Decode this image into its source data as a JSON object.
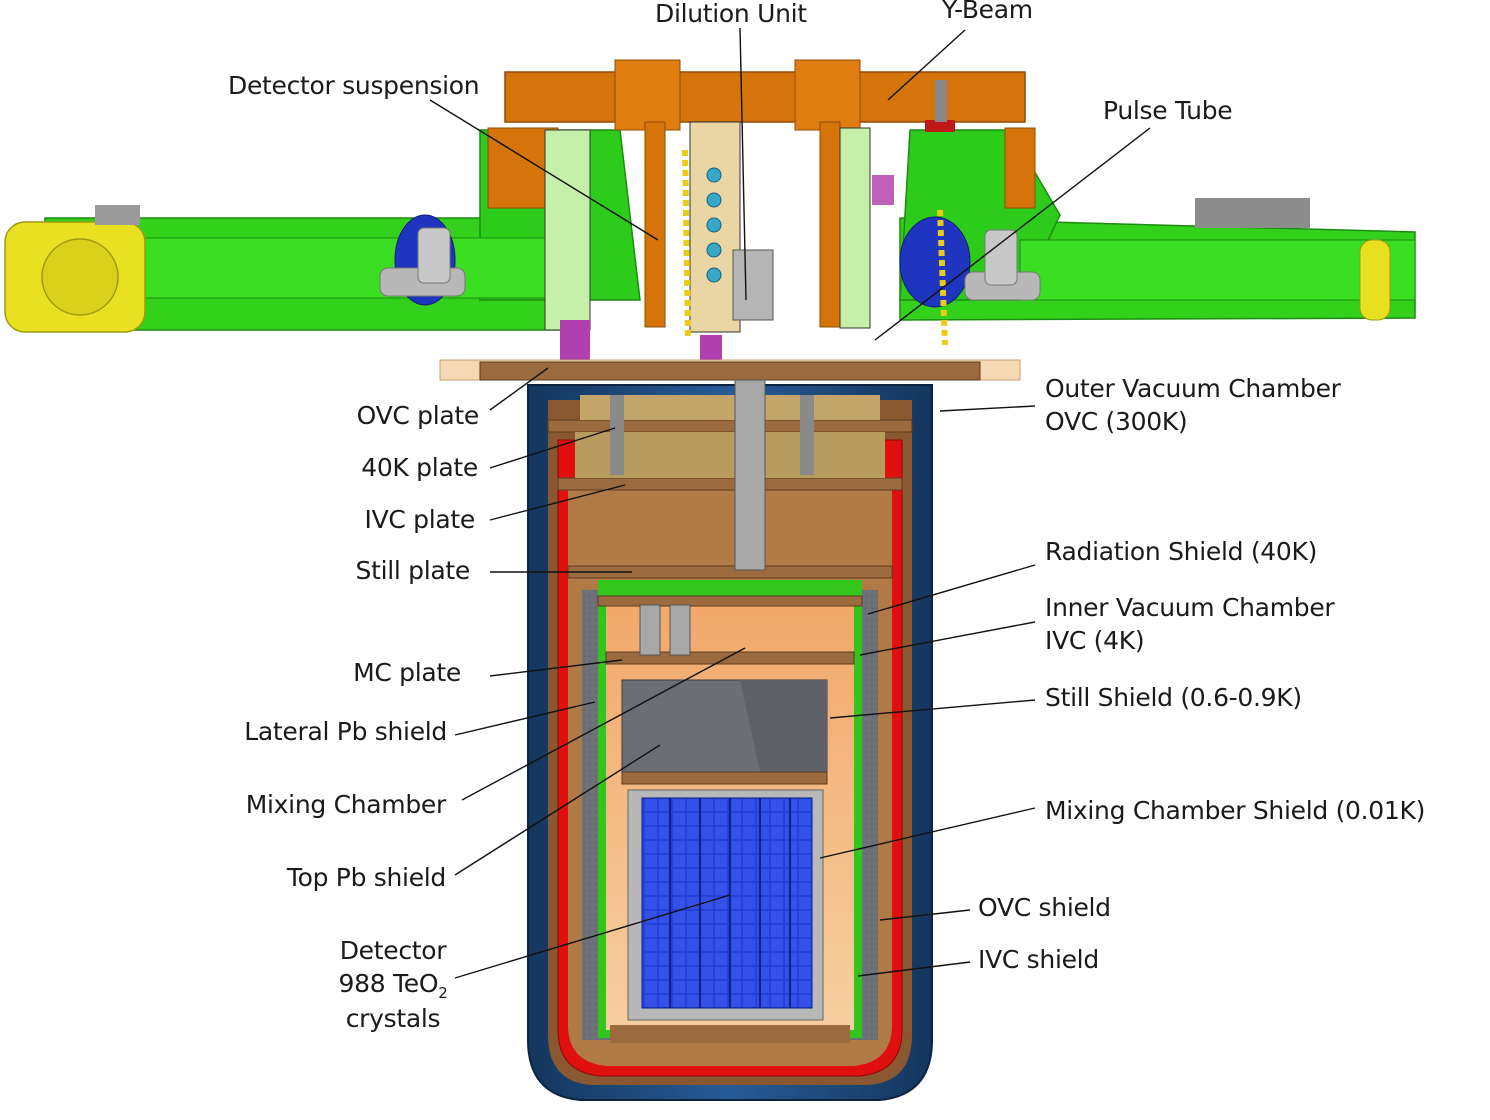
{
  "labels": {
    "dilution_unit": "Dilution Unit",
    "y_beam": "Y-Beam",
    "detector_suspension": "Detector suspension",
    "pulse_tube": "Pulse Tube",
    "ovc_plate": "OVC plate",
    "k40_plate": "40K plate",
    "ivc_plate": "IVC plate",
    "still_plate": "Still plate",
    "mc_plate": "MC plate",
    "lateral_pb": "Lateral Pb shield",
    "mixing_chamber": "Mixing Chamber",
    "top_pb": "Top Pb shield",
    "detector_line1": "Detector",
    "detector_line2_a": "988 TeO",
    "detector_line2_sub": "2",
    "detector_line3": "crystals",
    "outer_vc_line1": "Outer Vacuum Chamber",
    "outer_vc_line2": "OVC (300K)",
    "radiation_shield": "Radiation Shield (40K)",
    "inner_vc_line1": "Inner Vacuum Chamber",
    "inner_vc_line2": "IVC (4K)",
    "still_shield": "Still Shield (0.6-0.9K)",
    "mc_shield": "Mixing Chamber Shield (0.01K)",
    "ovc_shield": "OVC shield",
    "ivc_shield": "IVC shield"
  },
  "colors": {
    "beam_green": "#2ecc1a",
    "y_beam_orange": "#d4740b",
    "ovc_blue": "#1b4a80",
    "radiation_red": "#e01010",
    "copper": "#9b6a3f",
    "lead_grey": "#7f8087",
    "detector_blue": "#1f3fd6",
    "inner_orange": "#f0b27a"
  }
}
